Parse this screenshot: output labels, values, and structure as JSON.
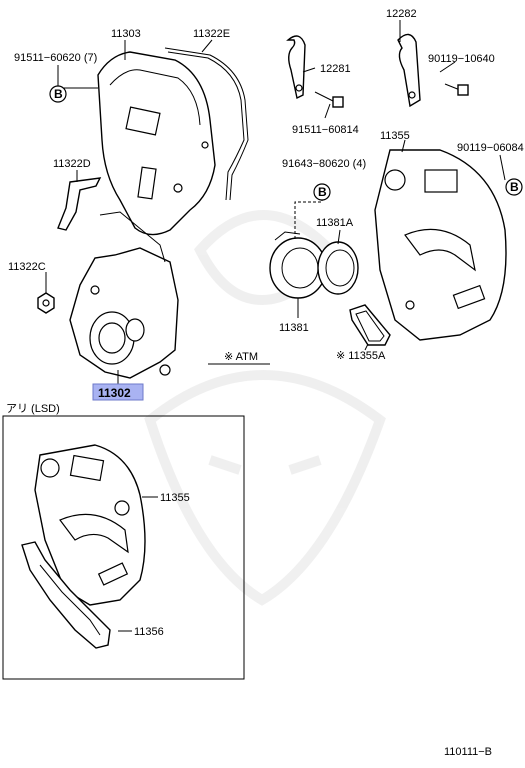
{
  "labels": {
    "p11303": "11303",
    "p11322e": "11322E",
    "p91511_60620": "91511−60620 (7)",
    "p11322d": "11322D",
    "p11322c": "11322C",
    "p11302": "11302",
    "p12282": "12282",
    "p12281": "12281",
    "p90119_10640": "90119−10640",
    "p91511_60814": "91511−60814",
    "p11355": "11355",
    "p90119_06084": "90119−06084",
    "p91643_80620": "91643−80620 (4)",
    "p11381a": "11381A",
    "p11381": "11381",
    "p11355a": "※ 11355A",
    "atm": "※  ATM",
    "lsd": "アリ (LSD)",
    "inset_11355": "11355",
    "inset_11356": "11356",
    "diagram_id": "110111−B"
  },
  "callout_letter": "B",
  "highlight_color": "#a9b3f2"
}
